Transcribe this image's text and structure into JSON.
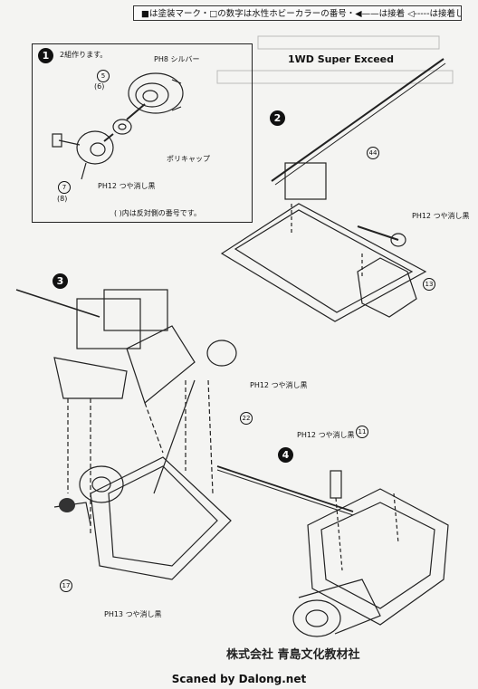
{
  "legend": "■は塗装マーク・□の数字は水性ホビーカラーの番号・◀——は接着 ◁-----は接着しません",
  "header": {
    "model_name": "1WD Super Exceed"
  },
  "steps": [
    {
      "number": "1",
      "note": "2組作ります。",
      "color_label": "PH8 シルバー",
      "polycap_label": "ポリキャップ",
      "matte_label": "PH12 つや消し黒",
      "parts": [
        "5",
        "(6)",
        "7",
        "(8)"
      ],
      "footnote": "(  )内は反対側の番号です。"
    },
    {
      "number": "2",
      "parts": [
        "44",
        "13"
      ],
      "color_label": "PH12 つや消し黒"
    },
    {
      "number": "3",
      "parts": [
        "22",
        "17"
      ],
      "color_label_top": "PH12 つや消し黒",
      "color_label_bottom": "PH13 つや消し黒"
    },
    {
      "number": "4",
      "parts": [
        "11"
      ],
      "color_label": "PH12 つや消し黒"
    }
  ],
  "maker": "株式会社 青島文化教材社",
  "footer": "Scaned by Dalong.net"
}
